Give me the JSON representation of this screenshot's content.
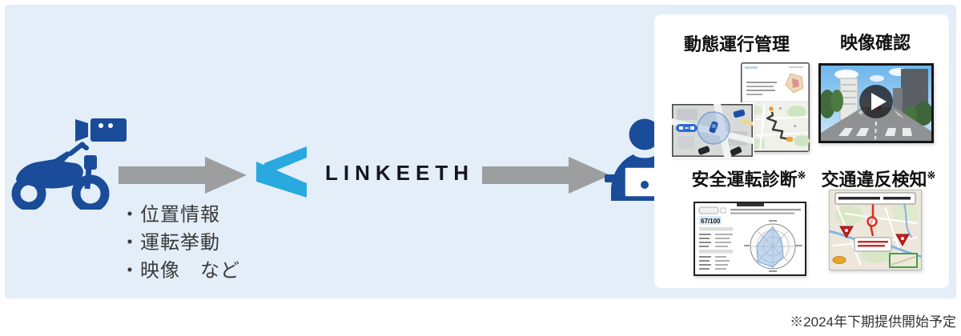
{
  "diagram": {
    "source": {
      "camera_icon": "video-camera-icon",
      "vehicle_icon": "motorcycle-icon",
      "data_list": [
        "・位置情報",
        "・運転挙動",
        "・映像　など"
      ]
    },
    "platform": {
      "logo": "LINKEETH"
    },
    "receiver": {
      "icon": "person-at-laptop-icon"
    },
    "panel": {
      "features": [
        {
          "label": "動態運行管理",
          "mark": ""
        },
        {
          "label": "映像確認",
          "mark": ""
        },
        {
          "label": "安全運転診断",
          "mark": "※"
        },
        {
          "label": "交通違反検知",
          "mark": "※"
        }
      ],
      "diagnosis_score": "67/100"
    },
    "footnote": "※2024年下期提供開始予定",
    "colors": {
      "background_blue": "#e3eef8",
      "icon_blue": "#1a4c9a",
      "logo_cyan": "#2aa9e0",
      "arrow_gray": "#9d9ea0"
    }
  }
}
